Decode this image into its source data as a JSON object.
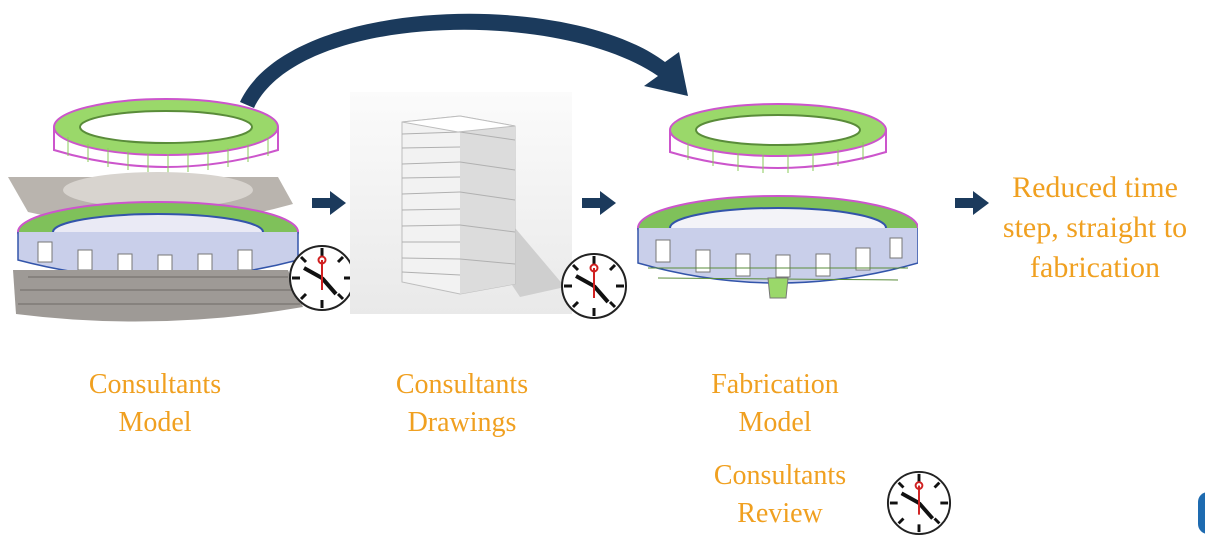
{
  "colors": {
    "label": "#F0A020",
    "arrow": "#1B3A5C",
    "clock_hand_red": "#D02020"
  },
  "stages": [
    {
      "line1": "Consultants",
      "line2": "Model"
    },
    {
      "line1": "Consultants",
      "line2": "Drawings"
    },
    {
      "line1": "Fabrication",
      "line2": "Model"
    }
  ],
  "review": {
    "line1": "Consultants",
    "line2": "Review"
  },
  "result": {
    "line1": "Reduced time",
    "line2": "step, straight to",
    "line3": "fabrication"
  },
  "icons": [
    "stadium-model-image",
    "paper-stack-image",
    "clock-icon",
    "right-arrow-icon",
    "curved-arrow-icon"
  ]
}
